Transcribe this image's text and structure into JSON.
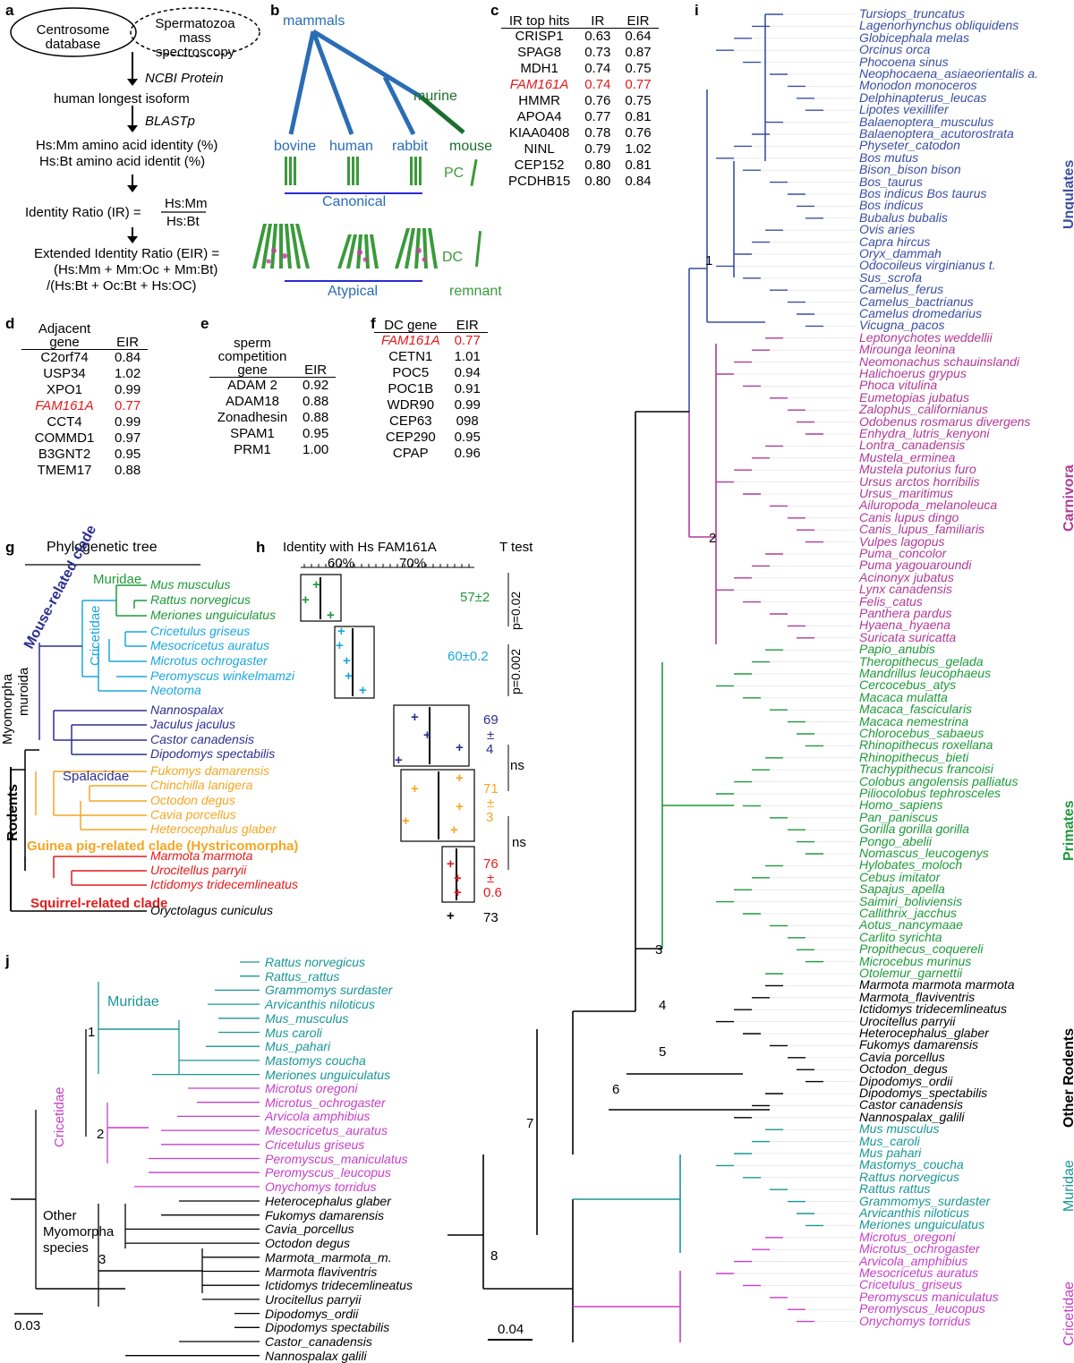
{
  "panel_a": {
    "label": "a",
    "centrosome_db": "Centrosome database",
    "spermatozoa_ms": "Spermatozoa mass spectroscopy",
    "step1": "NCBI Protein",
    "isoform": "human longest isoform",
    "step2": "BLASTp",
    "identity1": "Hs:Mm amino acid identity (%)",
    "identity2": "Hs:Bt amino acid identit (%)",
    "ir_label": "Identity Ratio (IR) =",
    "ir_num": "Hs:Mm",
    "ir_den": "Hs:Bt",
    "eir_line1": "Extended Identity Ratio (EIR) =",
    "eir_line2": "(Hs:Mm + Mm:Oc + Mm:Bt)",
    "eir_line3": "/(Hs:Bt + Oc:Bt + Hs:OC)"
  },
  "panel_b": {
    "label": "b",
    "mammals": "mammals",
    "murine": "murine",
    "bovine": "bovine",
    "human": "human",
    "rabbit": "rabbit",
    "mouse": "mouse",
    "pc": "PC",
    "canonical": "Canonical",
    "dc": "DC",
    "atypical": "Atypical",
    "remnant": "remnant"
  },
  "panel_c": {
    "label": "c",
    "headers": [
      "IR top hits",
      "IR",
      "EIR"
    ],
    "rows": [
      [
        "CRISP1",
        "0.63",
        "0.64"
      ],
      [
        "SPAG8",
        "0.73",
        "0.87"
      ],
      [
        "MDH1",
        "0.74",
        "0.75"
      ],
      [
        "FAM161A",
        "0.74",
        "0.77"
      ],
      [
        "HMMR",
        "0.76",
        "0.75"
      ],
      [
        "APOA4",
        "0.77",
        "0.81"
      ],
      [
        "KIAA0408",
        "0.78",
        "0.76"
      ],
      [
        "NINL",
        "0.79",
        "1.02"
      ],
      [
        "CEP152",
        "0.80",
        "0.81"
      ],
      [
        "PCDHB15",
        "0.80",
        "0.84"
      ]
    ]
  },
  "panel_d": {
    "label": "d",
    "headers": [
      "Adjacent gene",
      "EIR"
    ],
    "rows": [
      [
        "C2orf74",
        "0.84"
      ],
      [
        "USP34",
        "1.02"
      ],
      [
        "XPO1",
        "0.99"
      ],
      [
        "FAM161A",
        "0.77"
      ],
      [
        "CCT4",
        "0.99"
      ],
      [
        "COMMD1",
        "0.97"
      ],
      [
        "B3GNT2",
        "0.95"
      ],
      [
        "TMEM17",
        "0.88"
      ]
    ]
  },
  "panel_e": {
    "label": "e",
    "headers": [
      "sperm competition gene",
      "EIR"
    ],
    "rows": [
      [
        "ADAM 2",
        "0.92"
      ],
      [
        "ADAM18",
        "0.88"
      ],
      [
        "Zonadhesin",
        "0.88"
      ],
      [
        "SPAM1",
        "0.95"
      ],
      [
        "PRM1",
        "1.00"
      ]
    ]
  },
  "panel_f": {
    "label": "f",
    "headers": [
      "DC gene",
      "EIR"
    ],
    "rows": [
      [
        "FAM161A",
        "0.77"
      ],
      [
        "CETN1",
        "1.01"
      ],
      [
        "POC5",
        "0.94"
      ],
      [
        "POC1B",
        "0.91"
      ],
      [
        "WDR90",
        "0.99"
      ],
      [
        "CEP63",
        "098"
      ],
      [
        "CEP290",
        "0.95"
      ],
      [
        "CPAP",
        "0.96"
      ]
    ]
  },
  "panel_g": {
    "label": "g",
    "title": "Phylogenetic tree",
    "muridae": "Muridae",
    "mouse_clade": "Mouse-related clade",
    "cricetidae": "Cricetidae",
    "myomorpha": "Myomorpha",
    "muroida": "muroida",
    "spalacidae": "Spalacidae",
    "rodents": "Rodents",
    "guinea": "Guinea pig-related clade (Hystricomorpha)",
    "squirrel": "Squirrel-related clade",
    "species": [
      "Mus musculus",
      "Rattus norvegicus",
      "Meriones unguiculatus",
      "Cricetulus griseus",
      "Mesocricetus auratus",
      "Microtus ochrogaster",
      "Peromyscus winkelmamzi",
      "Neotoma",
      "Nannospalax",
      "Jaculus jaculus",
      "Castor canadensis",
      "Dipodomys spectabilis",
      "Fukomys damarensis",
      "Chinchilla lanigera",
      "Octodon degus",
      "Cavia porcellus",
      "Heterocephalus glaber",
      "Marmota marmota",
      "Urocitellus parryii",
      "Ictidomys tridecemlineatus",
      "Oryctolagus cuniculus"
    ]
  },
  "panel_h": {
    "label": "h",
    "title": "Identity with Hs FAM161A",
    "ttest": "T test",
    "ticks": [
      "60%",
      "70%"
    ],
    "means": [
      "57±2",
      "60±0.2",
      "69",
      "±",
      "4",
      "71",
      "±",
      "3",
      "76",
      "±",
      "0.6",
      "73"
    ],
    "p1": "p=0.02",
    "p2": "p=0.002",
    "ns1": "ns",
    "ns2": "ns",
    "plus": "+"
  },
  "panel_i": {
    "label": "i",
    "groups": [
      "Ungulates",
      "Carnivora",
      "Primates",
      "Other Rodents",
      "Muridae",
      "Cricetidae"
    ],
    "scale": "0.04",
    "nodes": [
      "1",
      "2",
      "3",
      "4",
      "5",
      "6",
      "7",
      "8"
    ],
    "ungulates": [
      "Tursiops_truncatus",
      "Lagenorhynchus obliquidens",
      "Globicephala melas",
      "Orcinus orca",
      "Phocoena sinus",
      "Neophocaena_asiaeorientalis a.",
      "Monodon monoceros",
      "Delphinapterus_leucas",
      "Lipotes vexillifer",
      "Balaenoptera_musculus",
      "Balaenoptera_acutorostrata",
      "Physeter_catodon",
      "Bos mutus",
      "Bison_bison bison",
      "Bos_taurus",
      "Bos indicus Bos taurus",
      "Bos indicus",
      "Bubalus bubalis",
      "Ovis aries",
      "Capra hircus",
      "Oryx_dammah",
      "Odocoileus virginianus t.",
      "Sus_scrofa",
      "Camelus_ferus",
      "Camelus_bactrianus",
      "Camelus dromedarius",
      "Vicugna_pacos"
    ],
    "carnivora": [
      "Leptonychotes weddellii",
      "Mirounga leonina",
      "Neomonachus schauinslandi",
      "Halichoerus grypus",
      "Phoca vitulina",
      "Eumetopias jubatus",
      "Zalophus_californianus",
      "Odobenus rosmarus divergens",
      "Enhydra_lutris_kenyoni",
      "Lontra_canadensis",
      "Mustela_erminea",
      "Mustela putorius furo",
      "Ursus arctos horribilis",
      "Ursus_maritimus",
      "Ailuropoda_melanoleuca",
      "Canis lupus dingo",
      "Canis_lupus_familiaris",
      "Vulpes lagopus",
      "Puma_concolor",
      "Puma yagouaroundi",
      "Acinonyx jubatus",
      "Lynx canadensis",
      "Felis_catus",
      "Panthera pardus",
      "Hyaena_hyaena",
      "Suricata suricatta"
    ],
    "primates": [
      "Papio_anubis",
      "Theropithecus_gelada",
      "Mandrillus leucophaeus",
      "Cercocebus_atys",
      "Macaca mulatta",
      "Macaca_fascicularis",
      "Macaca nemestrina",
      "Chlorocebus_sabaeus",
      "Rhinopithecus roxellana",
      "Rhinopithecus_bieti",
      "Trachypithecus francoisi",
      "Colobus angolensis palliatus",
      "Piliocolobus tephrosceles",
      "Homo_sapiens",
      "Pan_paniscus",
      "Gorilla gorilla gorilla",
      "Pongo_abelii",
      "Nomascus_leucogenys",
      "Hylobates_moloch",
      "Cebus imitator",
      "Sapajus_apella",
      "Saimiri_boliviensis",
      "Callithrix_jacchus",
      "Aotus_nancymaae",
      "Carlito syrichta",
      "Propithecus_coquereli",
      "Microcebus murinus",
      "Otolemur_garnettii"
    ],
    "other_rodents": [
      "Marmota marmota marmota",
      "Marmota_flaviventris",
      "Ictidomys tridecemlineatus",
      "Urocitellus parryii",
      "Heterocephalus_glaber",
      "Fukomys damarensis",
      "Cavia porcellus",
      "Octodon_degus",
      "Dipodomys_ordii",
      "Dipodomys_spectabilis",
      "Castor canadensis",
      "Nannospalax_galili"
    ],
    "muridae": [
      "Mus musculus",
      "Mus_caroli",
      "Mus pahari",
      "Mastomys_coucha",
      "Rattus norvegicus",
      "Rattus rattus",
      "Grammomys_surdaster",
      "Arvicanthis niloticus",
      "Meriones unguiculatus"
    ],
    "cricetidae": [
      "Microtus_oregoni",
      "Microtus_ochrogaster",
      "Arvicola_amphibius",
      "Mesocricetus auratus",
      "Cricetulus_griseus",
      "Peromyscus maniculatus",
      "Peromyscus_leucopus",
      "Onychomys torridus"
    ]
  },
  "panel_j": {
    "label": "j",
    "muridae": "Muridae",
    "cricetidae": "Cricetidae",
    "other": "Other Myomorpha species",
    "scale": "0.03",
    "nodes": [
      "1",
      "2",
      "3"
    ],
    "muridae_sp": [
      "Rattus norvegicus",
      "Rattus_rattus",
      "Grammomys surdaster",
      "Arvicanthis niloticus",
      "Mus_musculus",
      "Mus caroli",
      "Mus_pahari",
      "Mastomys coucha",
      "Meriones unguiculatus"
    ],
    "cricetidae_sp": [
      "Microtus oregoni",
      "Microtus_ochrogaster",
      "Arvicola amphibius",
      "Mesocricetus_auratus",
      "Cricetulus griseus",
      "Peromyscus_maniculatus",
      "Peromyscus_leucopus",
      "Onychomys torridus"
    ],
    "other_sp": [
      "Heterocephalus glaber",
      "Fukomys damarensis",
      "Cavia_porcellus",
      "Octodon degus",
      "Marmota_marmota_m.",
      "Marmota flaviventris",
      "Ictidomys tridecemlineatus",
      "Urocitellus parryii",
      "Dipodomys_ordii",
      "Dipodomys spectabilis",
      "Castor_canadensis",
      "Nannospalax galili"
    ]
  },
  "colors": {
    "blue": "#3a4fa3",
    "magenta": "#b03a98",
    "green": "#1e9a3a",
    "teal": "#1a9696",
    "pink": "#c63ec8",
    "red": "#e41a1c",
    "cyan": "#1aa7e0",
    "orange": "#f5a623",
    "navy": "#2e2f8f"
  }
}
